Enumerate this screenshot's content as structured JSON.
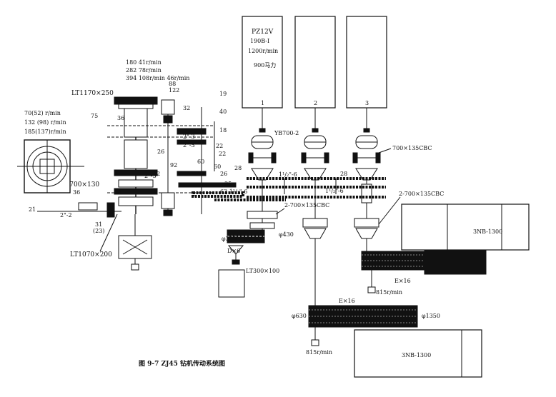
{
  "engines": {
    "engine1": {
      "model": "PZ12V",
      "spec": "190B-I",
      "speed": "1200r/min",
      "power": "900马力",
      "number": "1"
    },
    "engine2": {
      "number": "2"
    },
    "engine3": {
      "number": "3"
    }
  },
  "couplings": {
    "yb": "YB700-2",
    "cbc_single": "700×135CBC",
    "cbc_double_a": "2-700×135CBC",
    "cbc_double_b": "2-700×135CBC"
  },
  "drawworks": {
    "speeds": [
      "180  41r/min",
      "282  78r/min",
      "394  108r/min  46r/min"
    ],
    "teeth_88": "88",
    "teeth_122": "122",
    "lt_top": "LT1170×250",
    "lt_left": "LT700×130",
    "lt_bottom": "LT1070×200",
    "drum_speeds": [
      "70(52) r/min",
      "132 (98) r/min",
      "185(137)r/min"
    ],
    "labels": {
      "n75": "75",
      "n36a": "36",
      "n32": "32",
      "n19": "19",
      "n40": "40",
      "n18": "18",
      "n22a": "22",
      "n22b": "22",
      "n22c": "22",
      "n26a": "26",
      "n60a": "60",
      "n92": "92",
      "n60b": "60",
      "n26b": "26",
      "n35": "35",
      "n38": "38",
      "n36b": "36",
      "n21": "21",
      "n31": "31",
      "n23": "(23)",
      "chain_2_3a": "2\"-3",
      "chain_2_3b": "2\"-3",
      "chain_2_3c": "2\"-3",
      "chain_2_2": "2\"-2",
      "n28a": "28",
      "n28b": "28",
      "chain_112_6a": "1¹/₂\"-6",
      "chain_112_6b": "1¹/₂\"-6",
      "chain_63": "63 1¹/₂\"-6"
    }
  },
  "compound": {
    "d360": "φ360",
    "d430": "φ430",
    "belt": "D×6",
    "lt_small": "LT300×100"
  },
  "pumps": {
    "pump_upper": "3NB-1300",
    "pump_lower": "3NB-1300",
    "belt_upper": "E×16",
    "belt_lower": "E×16",
    "speed_upper": "815r/min",
    "speed_lower": "815r/min",
    "d630": "φ630",
    "d1350": "φ1350"
  },
  "caption": "图 9-7   ZJ45 钻机传动系统图"
}
